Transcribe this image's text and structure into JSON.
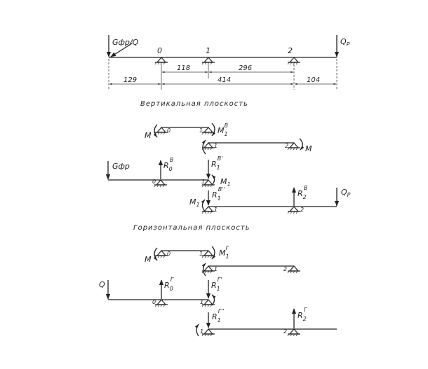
{
  "top": {
    "load_left": "Gфр/Q",
    "load_right": "Q",
    "load_right_sub": "P",
    "supports": [
      "0",
      "1",
      "2"
    ],
    "dims": {
      "d01": "118",
      "d12": "296",
      "left": "129",
      "span": "414",
      "right": "104"
    }
  },
  "vertical": {
    "title": "Вертикальная плоскость",
    "m": "M",
    "m1": "M",
    "m1_sub": "1",
    "m1_sup": "В",
    "gfr": "Gфр",
    "r0": "R",
    "r0_sub": "0",
    "r0_sup": "В",
    "r1a": "R",
    "r1a_sub": "1",
    "r1a_sup": "В'",
    "r1b": "R",
    "r1b_sub": "1",
    "r1b_sup": "В''",
    "r2": "R",
    "r2_sub": "2",
    "r2_sup": "В",
    "qp": "Q",
    "qp_sub": "P",
    "n0": "0",
    "n1": "1",
    "n2": "2"
  },
  "horizontal": {
    "title": "Горизонтальная плоскость",
    "m": "M",
    "m1": "M",
    "m1_sub": "1",
    "m1_sup": "Г",
    "q": "Q",
    "r0": "R",
    "r0_sub": "0",
    "r0_sup": "Г",
    "r1a": "R",
    "r1a_sub": "1",
    "r1a_sup": "Г'",
    "r1b": "R",
    "r1b_sub": "1",
    "r1b_sup": "Г''",
    "r2": "R",
    "r2_sub": "2",
    "r2_sup": "Г",
    "n0": "0",
    "n1": "1",
    "n2": "2"
  }
}
